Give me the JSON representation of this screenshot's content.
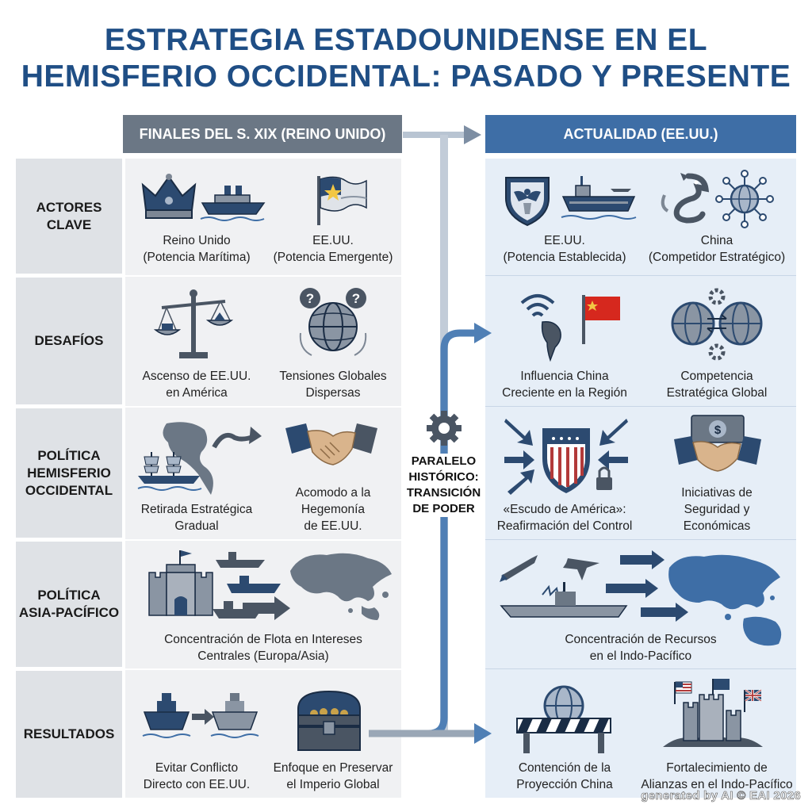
{
  "title": {
    "line1": "ESTRATEGIA ESTADOUNIDENSE EN EL",
    "line2": "HEMISFERIO OCCIDENTAL: PASADO Y PRESENTE"
  },
  "headers": {
    "left": "FINALES DEL S. XIX (REINO UNIDO)",
    "right": "ACTUALIDAD (EE.UU.)"
  },
  "center": {
    "label_lines": [
      "PARALELO",
      "HISTÓRICO:",
      "TRANSICIÓN",
      "DE PODER"
    ]
  },
  "rows": [
    {
      "label_lines": [
        "ACTORES",
        "CLAVE"
      ],
      "left": [
        {
          "lines": [
            "Reino Unido",
            "(Potencia Marítima)"
          ],
          "icons": [
            "crown-icon",
            "steamship-icon"
          ]
        },
        {
          "lines": [
            "EE.UU.",
            "(Potencia Emergente)"
          ],
          "icons": [
            "us-flag-icon"
          ]
        }
      ],
      "right": [
        {
          "lines": [
            "EE.UU.",
            "(Potencia Establecida)"
          ],
          "icons": [
            "eagle-shield-icon",
            "aircraft-carrier-icon"
          ]
        },
        {
          "lines": [
            "China",
            "(Competidor Estratégico)"
          ],
          "icons": [
            "dragon-icon",
            "network-globe-icon"
          ]
        }
      ]
    },
    {
      "label_lines": [
        "DESAFÍOS"
      ],
      "left": [
        {
          "lines": [
            "Ascenso de EE.UU.",
            "en América"
          ],
          "icons": [
            "balance-scale-icon"
          ]
        },
        {
          "lines": [
            "Tensiones Globales",
            "Dispersas"
          ],
          "icons": [
            "question-globe-icon"
          ]
        }
      ],
      "right": [
        {
          "lines": [
            "Influencia China",
            "Creciente en la Región"
          ],
          "icons": [
            "signal-americas-icon",
            "china-flag-icon"
          ]
        },
        {
          "lines": [
            "Competencia",
            "Estratégica Global"
          ],
          "icons": [
            "twin-globes-gears-icon"
          ]
        }
      ]
    },
    {
      "label_lines": [
        "POLÍTICA",
        "HEMISFERIO",
        "OCCIDENTAL"
      ],
      "left": [
        {
          "lines": [
            "Retirada Estratégica",
            "Gradual"
          ],
          "icons": [
            "americas-map-icon",
            "sailing-ships-icon",
            "curved-arrow-icon"
          ]
        },
        {
          "lines": [
            "Acomodo a la",
            "Hegemonía",
            "de EE.UU."
          ],
          "icons": [
            "handshake-icon"
          ]
        }
      ],
      "right": [
        {
          "lines": [
            "«Escudo de América»:",
            "Reafirmación del Control"
          ],
          "icons": [
            "shield-arrows-icon",
            "padlock-icon"
          ]
        },
        {
          "lines": [
            "Iniciativas de",
            "Seguridad y",
            "Económicas"
          ],
          "icons": [
            "money-handshake-icon"
          ]
        }
      ]
    },
    {
      "label_lines": [
        "POLÍTICA",
        "ASIA-PACÍFICO"
      ],
      "left": [
        {
          "lines": [
            "Concentración de Flota en Intereses",
            "Centrales (Europa/Asia)"
          ],
          "icons": [
            "castle-icon",
            "fleet-icon",
            "asia-map-icon"
          ]
        }
      ],
      "right": [
        {
          "lines": [
            "Concentración de Recursos",
            "en el Indo-Pacífico"
          ],
          "icons": [
            "missile-jet-destroyer-icon",
            "indo-pacific-map-icon"
          ]
        }
      ]
    },
    {
      "label_lines": [
        "RESULTADOS"
      ],
      "left": [
        {
          "lines": [
            "Evitar Conflicto",
            "Directo con EE.UU."
          ],
          "icons": [
            "ships-arrow-icon"
          ]
        },
        {
          "lines": [
            "Enfoque en Preservar",
            "el Imperio Global"
          ],
          "icons": [
            "treasure-chest-icon"
          ]
        }
      ],
      "right": [
        {
          "lines": [
            "Contención de la",
            "Proyección China"
          ],
          "icons": [
            "barrier-globe-icon"
          ]
        },
        {
          "lines": [
            "Fortalecimiento de",
            "Alianzas en el Indo-Pacífico"
          ],
          "icons": [
            "allied-fortress-icon"
          ]
        }
      ]
    }
  ],
  "watermark": "generated by AI © EAI 2026",
  "colors": {
    "title": "#1f4e85",
    "header_left": "#6b7785",
    "header_right": "#3e6ea6",
    "label_bg": "#dfe2e6",
    "left_bg": "#f0f1f3",
    "right_bg": "#e6eef7",
    "icon_navy": "#2c4a70",
    "icon_gray": "#7d8794"
  }
}
